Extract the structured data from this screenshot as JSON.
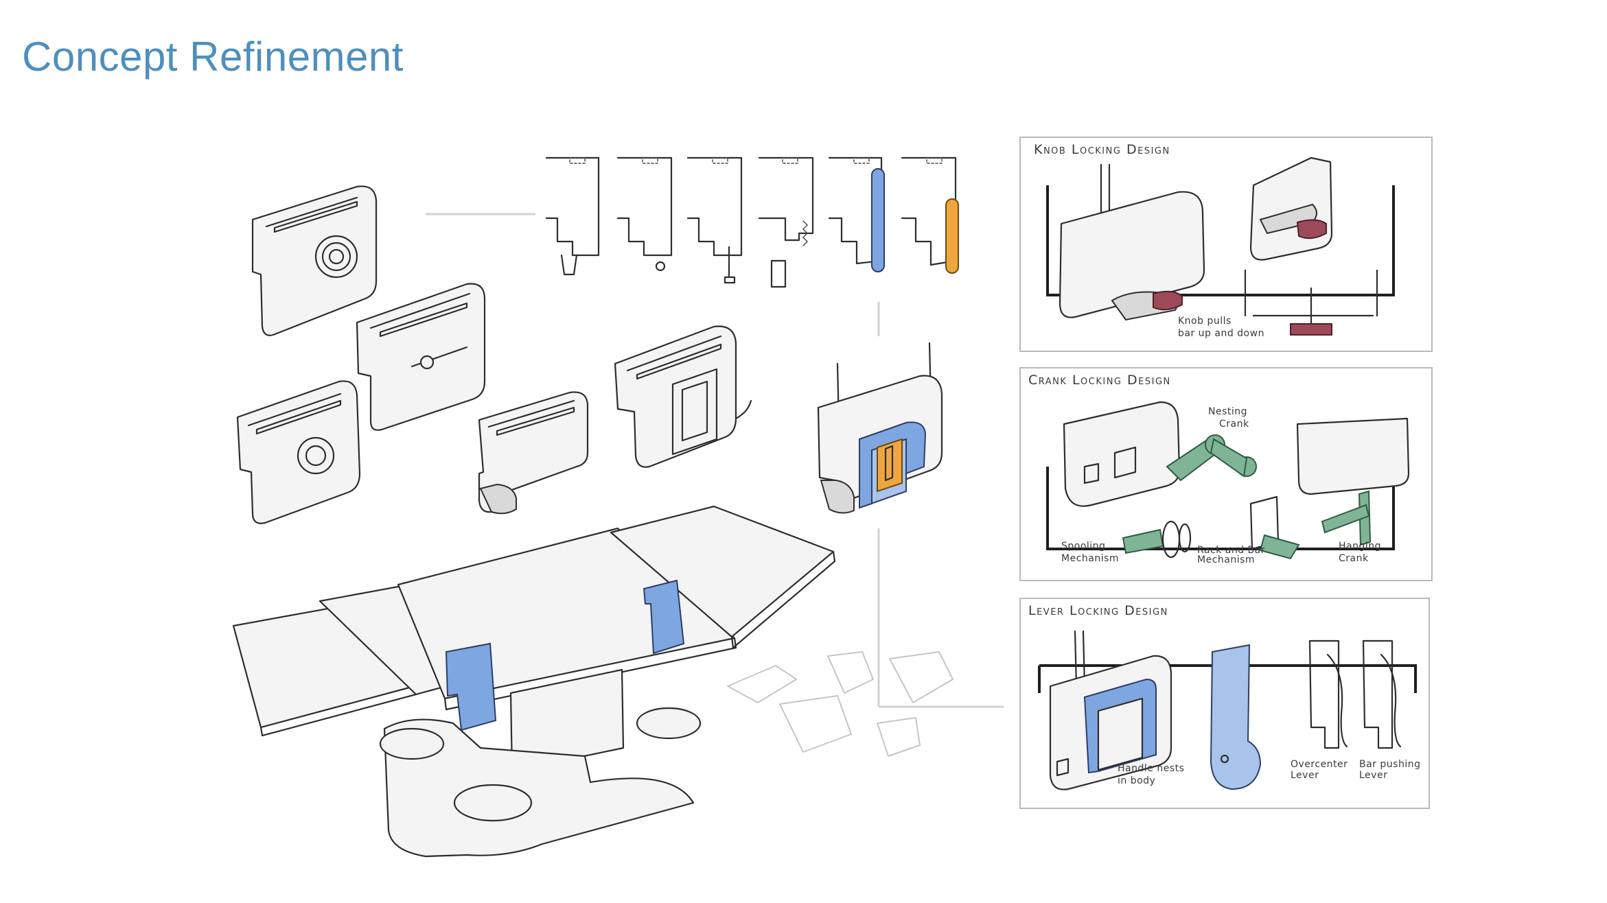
{
  "title": "Concept Refinement",
  "panels": {
    "knob": {
      "label": "Knob Locking Design",
      "note_line1": "Knob pulls",
      "note_line2": "bar up and down"
    },
    "crank": {
      "label": "Crank Locking Design",
      "nesting_line1": "Nesting",
      "nesting_line2": "Crank",
      "spooling_line1": "Spooling",
      "spooling_line2": "Mechanism",
      "rack_line1": "Rack and Bar",
      "rack_line2": "Mechanism",
      "hanging_line1": "Hanging",
      "hanging_line2": "Crank"
    },
    "lever": {
      "label": "Lever Locking Design",
      "handle_line1": "Handle nests",
      "handle_line2": "in body",
      "overcenter_line1": "Overcenter",
      "overcenter_line2": "Lever",
      "barpush_line1": "Bar pushing",
      "barpush_line2": "Lever"
    }
  },
  "colors": {
    "title": "#4f8fbd",
    "accent_blue": "#7ea6e0",
    "accent_orange": "#f0a63f",
    "accent_red": "#9c4a5a",
    "accent_green": "#7fb596"
  }
}
